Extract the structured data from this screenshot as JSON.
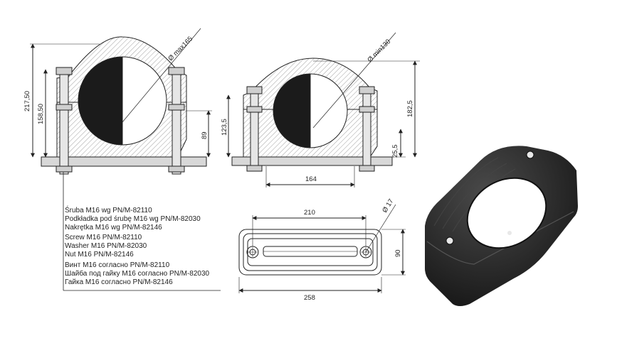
{
  "dimensions": {
    "left_diameter": "Ø max165",
    "left_height_total": "217,50",
    "left_height_bolt": "158,50",
    "left_height_side": "89",
    "mid_diameter": "Ø min130",
    "mid_height_total": "182,5",
    "mid_height_left": "123,5",
    "mid_base": "25,5",
    "mid_width": "164",
    "top_hole": "Ø 17",
    "top_hole_spacing": "210",
    "top_depth": "90",
    "top_length": "258"
  },
  "parts_list": [
    [
      "Śruba M16 wg PN/M-82110",
      "Podkładka pod śrubę M16 wg PN/M-82030",
      "Nakrętka M16 wg PN/M-82146"
    ],
    [
      "Screw M16  PN/M-82110",
      "Washer M16 PN/M-82030",
      "Nut M16 PN/M-82146"
    ],
    [
      "Винт M16 согласно PN/M-82110",
      "Шайба под гайку M16 согласно PN/M-82030",
      "Гайка M16 согласно PN/M-82146"
    ]
  ],
  "colors": {
    "line": "#222222",
    "fill_dark": "#1b1b1b",
    "product": "#262626"
  }
}
